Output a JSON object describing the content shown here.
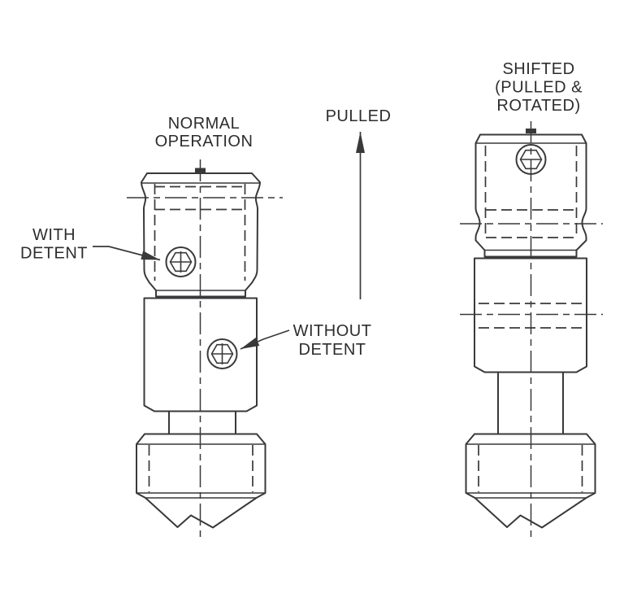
{
  "colors": {
    "line": "#39393b",
    "text": "#2d2d2f",
    "background": "#ffffff"
  },
  "figures": {
    "left": {
      "title_line1": "NORMAL",
      "title_line2": "OPERATION"
    },
    "right": {
      "title_line1": "SHIFTED",
      "title_line2": "(PULLED &",
      "title_line3": "ROTATED)"
    }
  },
  "annotations": {
    "with_detent": {
      "line1": "WITH",
      "line2": "DETENT"
    },
    "without_detent": {
      "line1": "WITHOUT",
      "line2": "DETENT"
    },
    "pulled": {
      "label": "PULLED"
    }
  },
  "icons": {
    "detent_screw": "hex-socket-set-screw",
    "pulled_arrow": "up-arrow",
    "leader_arrow": "filled-triangle-arrowhead"
  }
}
